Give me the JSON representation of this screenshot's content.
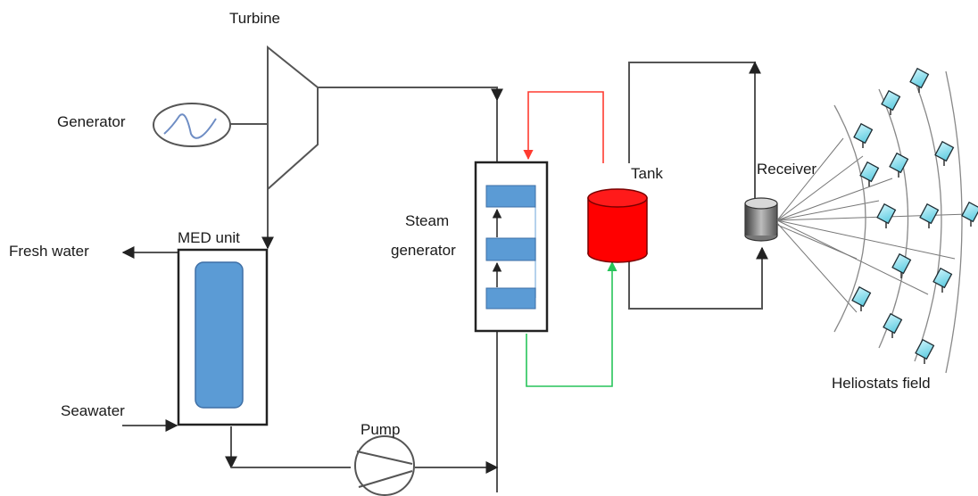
{
  "labels": {
    "turbine": "Turbine",
    "generator": "Generator",
    "med_unit": "MED unit",
    "fresh_water": "Fresh water",
    "seawater": "Seawater",
    "pump": "Pump",
    "steam_generator_line1": "Steam",
    "steam_generator_line2": "generator",
    "tank": "Tank",
    "receiver": "Receiver",
    "heliostats_field": "Heliostats field"
  },
  "colors": {
    "hot_line": "#ff3b30",
    "cold_line": "#27c45a",
    "tank_fill": "#ff0000",
    "hx_block": "#5b9bd5",
    "med_core": "#5b9bd5",
    "heliostat": "#7fd8e8",
    "pipe": "#4d4d4d"
  }
}
